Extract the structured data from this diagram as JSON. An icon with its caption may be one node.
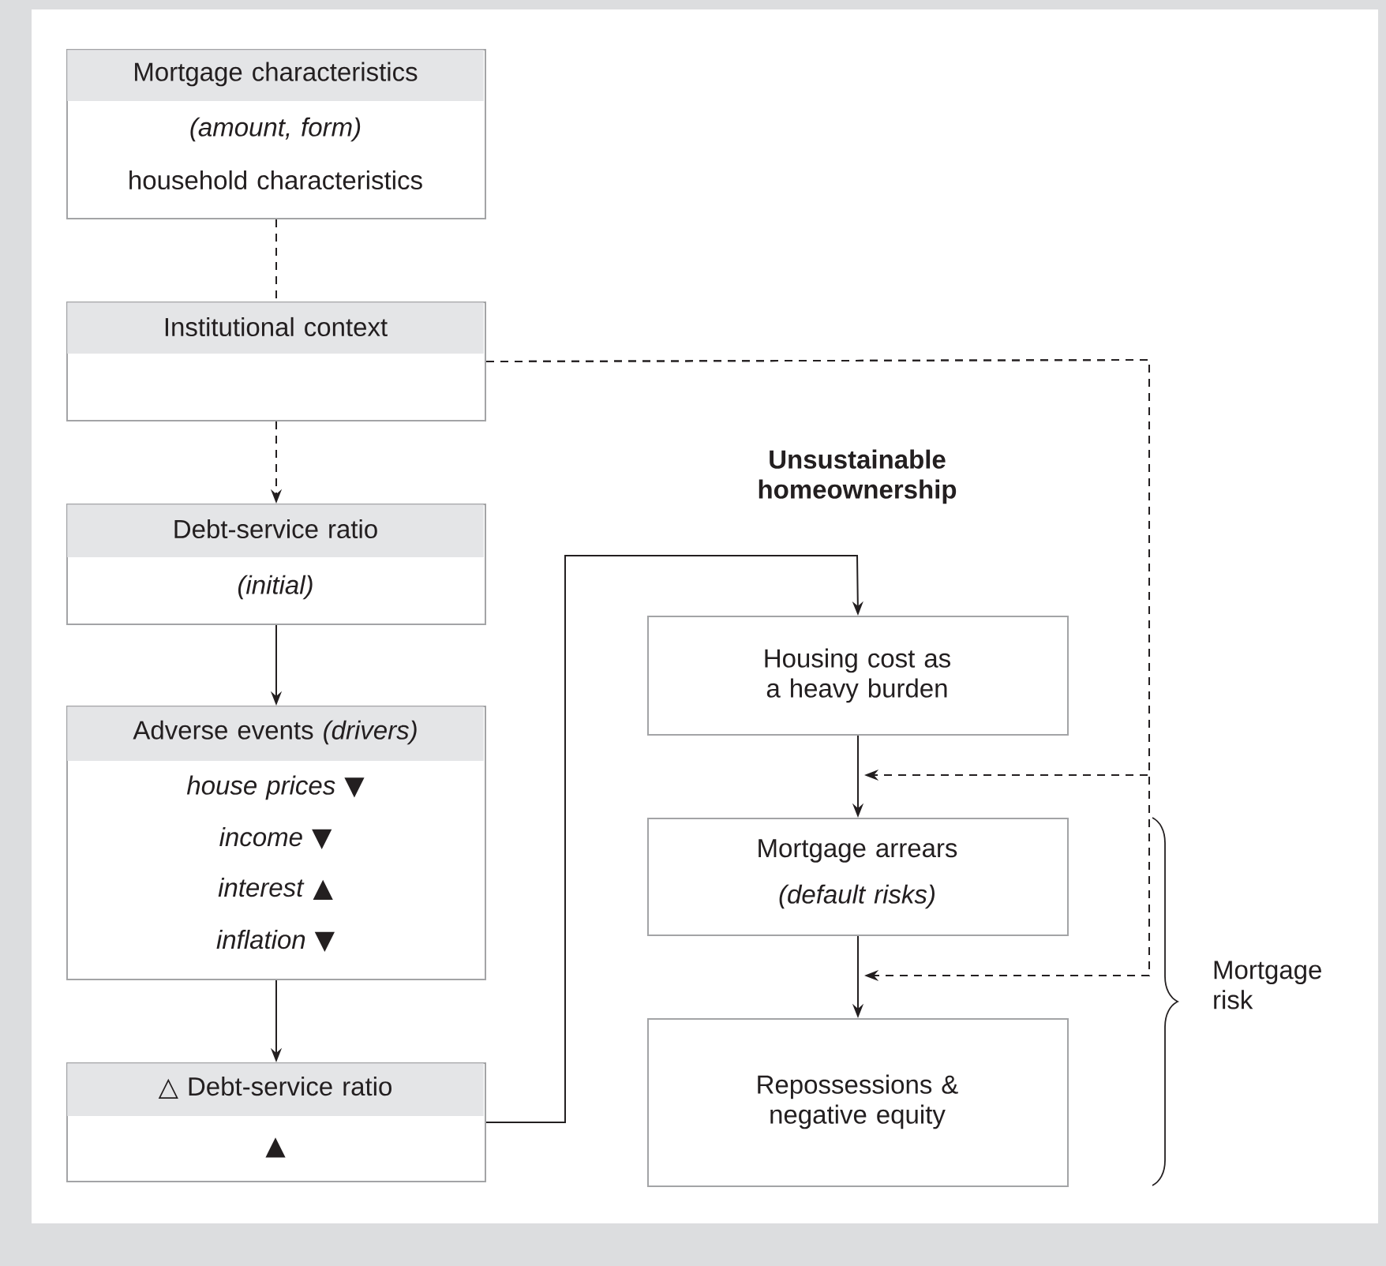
{
  "diagram": {
    "nodes": [
      {
        "text": [
          "Mortgage characteristics",
          "(amount, form)",
          "household characteristics"
        ]
      },
      {
        "text": [
          "Institutional context"
        ]
      },
      {
        "text": [
          "Debt-service ratio",
          "(initial)"
        ]
      },
      {
        "text": [
          "Adverse events *(drivers)*",
          "*house prices* ▼",
          "*income* ▼",
          "*interest* ▲",
          "*inflation* ▼"
        ]
      },
      {
        "text": [
          "△ Debt-service ratio",
          "▲"
        ]
      },
      {
        "text": [
          "Housing cost as a heavy burden"
        ]
      },
      {
        "text": [
          "Mortgage arrears",
          "(default risks)"
        ]
      },
      {
        "text": [
          "Repossessions & negative equity"
        ]
      }
    ],
    "edges": [
      {
        "from": 0,
        "to": 1,
        "arrow": "none",
        "style": "dashed"
      },
      {
        "from": 1,
        "to": 2,
        "arrow": "to",
        "style": "dashed"
      },
      {
        "from": 2,
        "to": 3,
        "arrow": "to"
      },
      {
        "from": 3,
        "to": 4,
        "arrow": "to"
      },
      {
        "from": 4,
        "to": 5,
        "arrow": "to"
      },
      {
        "from": 5,
        "to": 6,
        "arrow": "to"
      },
      {
        "from": 6,
        "to": 7,
        "arrow": "to"
      },
      {
        "from": 1,
        "to": 6,
        "arrow": "to",
        "style": "dashed"
      },
      {
        "from": 1,
        "to": 7,
        "arrow": "to",
        "style": "dashed"
      }
    ],
    "labels": [
      "Unsustainable homeownership",
      "Mortgage risk"
    ]
  }
}
